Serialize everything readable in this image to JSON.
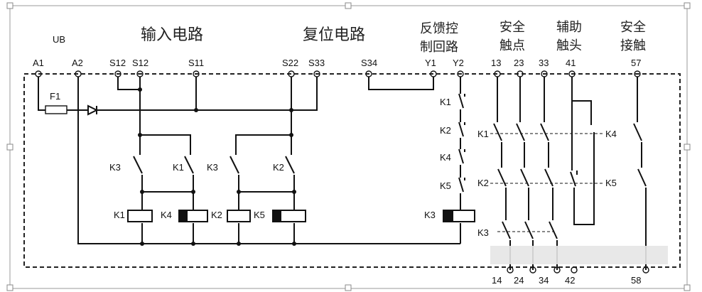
{
  "labels": {
    "ub": "UB",
    "input_circuit": "输入电路",
    "reset_circuit": "复位电路",
    "feedback_line1": "反馈控",
    "feedback_line2": "制回路",
    "safety_contacts_line1": "安全",
    "safety_contacts_line2": "触点",
    "aux_contacts_line1": "辅助",
    "aux_contacts_line2": "触头",
    "safety_contact_line1": "安全",
    "safety_contact_line2": "接触"
  },
  "terminals_top": {
    "a1": "A1",
    "a2": "A2",
    "s12a": "S12",
    "s12b": "S12",
    "s11": "S11",
    "s22": "S22",
    "s33": "S33",
    "s34": "S34",
    "y1": "Y1",
    "y2": "Y2",
    "t13": "13",
    "t23": "23",
    "t33": "33",
    "t41": "41",
    "t57": "57"
  },
  "terminals_bottom": {
    "t14": "14",
    "t24": "24",
    "t34": "34",
    "t42": "42",
    "t58": "58"
  },
  "components": {
    "fuse": "F1",
    "k3_input": "K3",
    "k1_input": "K1",
    "k3_reset": "K3",
    "k2_reset": "K2",
    "coil_k1": "K1",
    "coil_k4": "K4",
    "coil_k2": "K2",
    "coil_k5": "K5",
    "coil_k3": "K3",
    "fb_k1": "K1",
    "fb_k2": "K2",
    "fb_k4": "K4",
    "fb_k5": "K5",
    "row_k1": "K1",
    "row_k2": "K2",
    "row_k3": "K3",
    "k4_right": "K4",
    "k5_right": "K5"
  }
}
